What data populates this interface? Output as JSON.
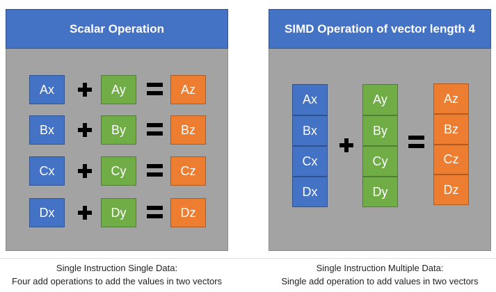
{
  "scalar": {
    "title": "Scalar Operation",
    "rows": [
      {
        "a": "Ax",
        "b": "Ay",
        "c": "Az"
      },
      {
        "a": "Bx",
        "b": "By",
        "c": "Bz"
      },
      {
        "a": "Cx",
        "b": "Cy",
        "c": "Cz"
      },
      {
        "a": "Dx",
        "b": "Dy",
        "c": "Dz"
      }
    ],
    "caption_line1": "Single Instruction Single Data:",
    "caption_line2": "Four add operations to add the values in two vectors"
  },
  "simd": {
    "title": "SIMD Operation of vector length 4",
    "vector_a": [
      "Ax",
      "Bx",
      "Cx",
      "Dx"
    ],
    "vector_b": [
      "Ay",
      "By",
      "Cy",
      "Dy"
    ],
    "vector_c": [
      "Az",
      "Bz",
      "Cz",
      "Dz"
    ],
    "caption_line1": "Single Instruction Multiple Data:",
    "caption_line2": "Single add operation to add values in two vectors"
  },
  "colors": {
    "x_cells": "#4472c4",
    "y_cells": "#70ad47",
    "z_cells": "#ed7d31",
    "panel_background": "#a3a3a3"
  }
}
